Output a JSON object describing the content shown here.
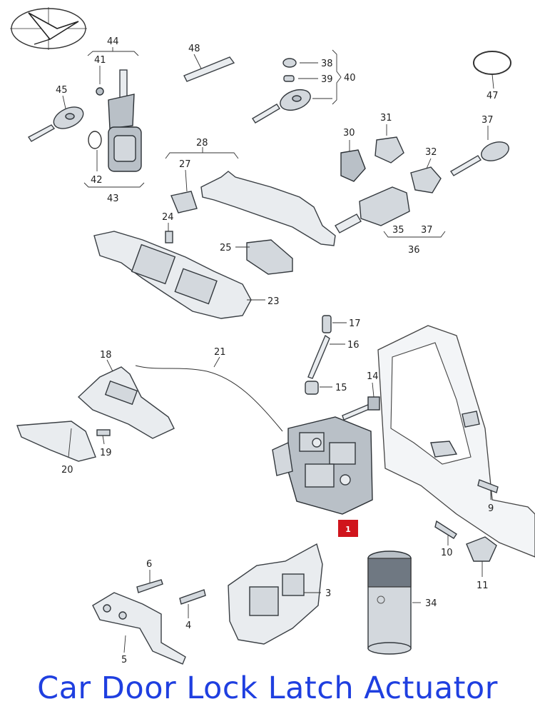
{
  "caption": "Car Door Lock Latch Actuator",
  "badge": "1",
  "labels": {
    "l44": "44",
    "l41": "41",
    "l45": "45",
    "l42": "42",
    "l43": "43",
    "l48": "48",
    "l38": "38",
    "l39": "39",
    "l40": "40",
    "l47": "47",
    "l28": "28",
    "l27": "27",
    "l24": "24",
    "l25": "25",
    "l23": "23",
    "l30": "30",
    "l31": "31",
    "l37a": "37",
    "l32": "32",
    "l35": "35",
    "l37b": "37",
    "l36": "36",
    "l17": "17",
    "l16": "16",
    "l15": "15",
    "l14": "14",
    "l18": "18",
    "l21": "21",
    "l19": "19",
    "l20": "20",
    "l9": "9",
    "l10": "10",
    "l11": "11",
    "l6": "6",
    "l4": "4",
    "l5": "5",
    "l3": "3",
    "l34": "34"
  },
  "colors": {
    "caption": "#1f3fe0",
    "badge": "#d0141c"
  }
}
